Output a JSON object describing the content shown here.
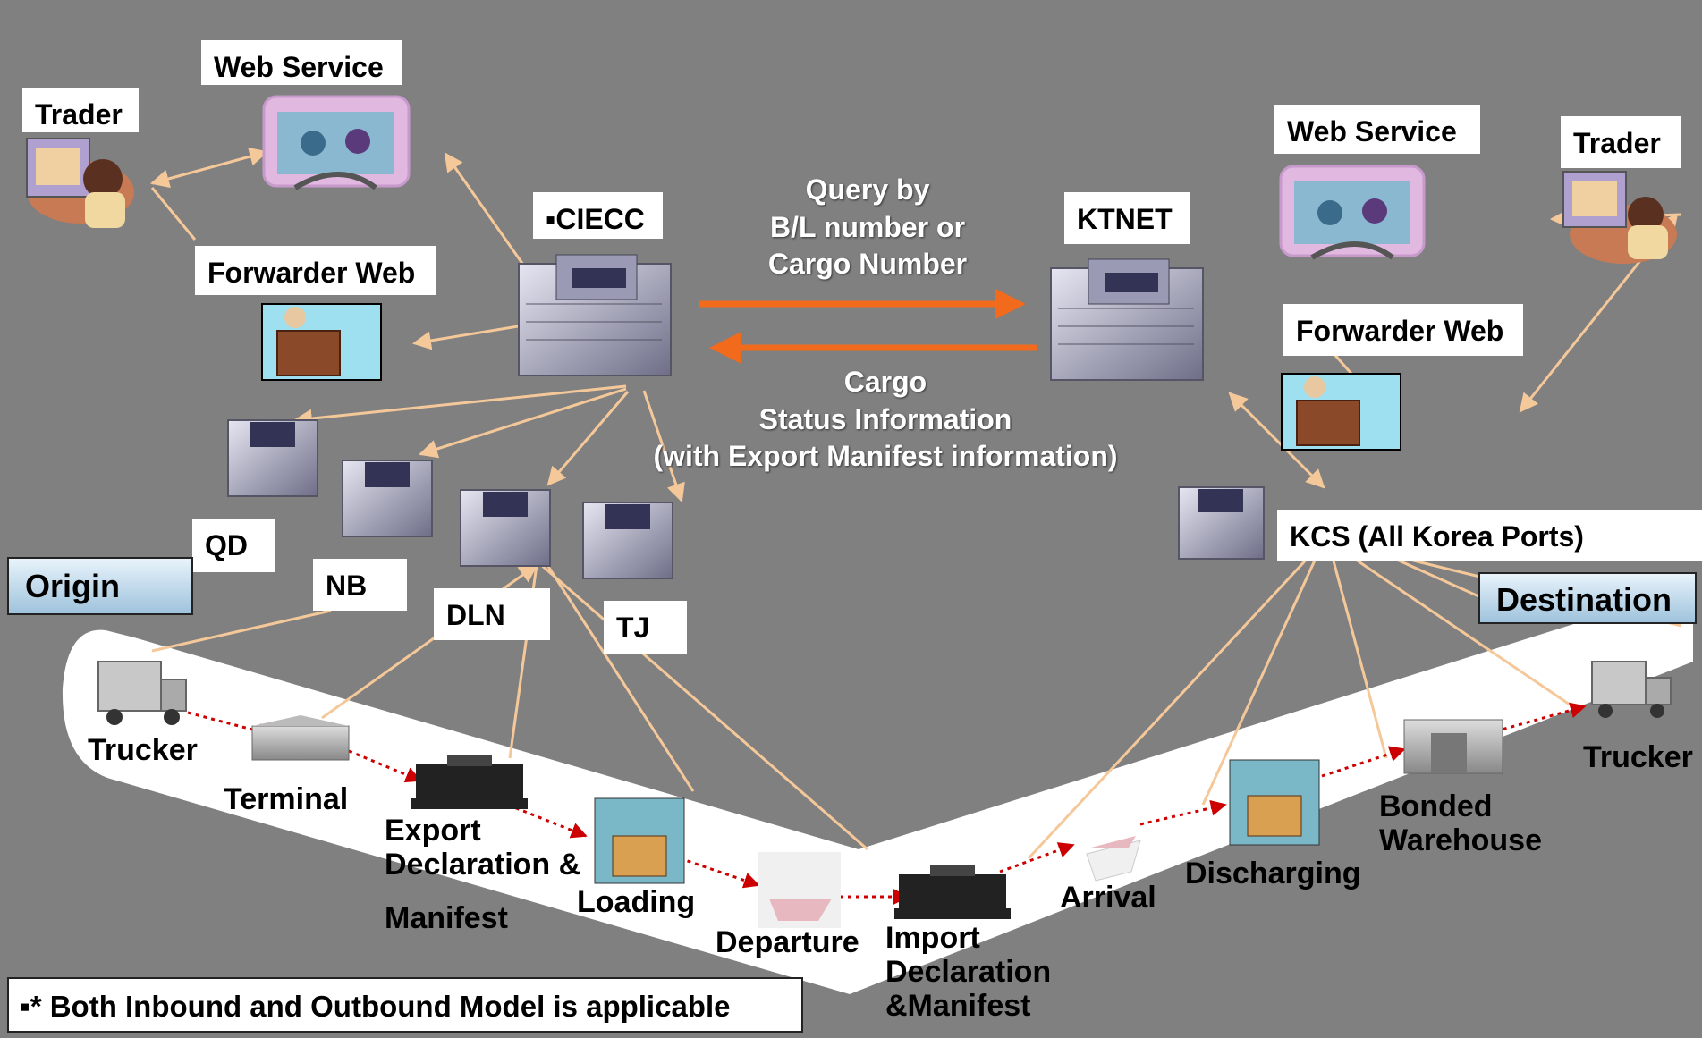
{
  "labels": {
    "web_service_left": "Web Service",
    "trader_left": "Trader",
    "forwarder_left": "Forwarder Web",
    "ciecc": "▪CIECC",
    "ktnet": "KTNET",
    "web_service_right": "Web Service",
    "trader_right": "Trader",
    "forwarder_right": "Forwarder Web",
    "kcs": "KCS (All Korea Ports)",
    "qd": "QD",
    "nb": "NB",
    "dln": "DLN",
    "tj": "TJ"
  },
  "regions": {
    "origin": "Origin",
    "destination": "Destination"
  },
  "flow": {
    "query": [
      "Query by",
      "B/L number or",
      "Cargo Number"
    ],
    "status": [
      "Cargo",
      "Status Information",
      "(with Export Manifest information)"
    ]
  },
  "steps": {
    "trucker_origin": "Trucker",
    "terminal": "Terminal",
    "export_decl": [
      "Export",
      "Declaration &",
      "Manifest"
    ],
    "loading": "Loading",
    "departure": "Departure",
    "import_decl": [
      "Import",
      "Declaration",
      "&Manifest"
    ],
    "arrival": "Arrival",
    "discharging": "Discharging",
    "bonded": [
      "Bonded",
      "Warehouse"
    ],
    "trucker_dest": "Trucker"
  },
  "note": "▪* Both Inbound and Outbound Model is applicable",
  "colors": {
    "background": "#808080",
    "connector": "#f5c89a",
    "flow_arrow": "#f26a1b",
    "dotted_flow": "#cc0000",
    "band": "#ffffff"
  }
}
